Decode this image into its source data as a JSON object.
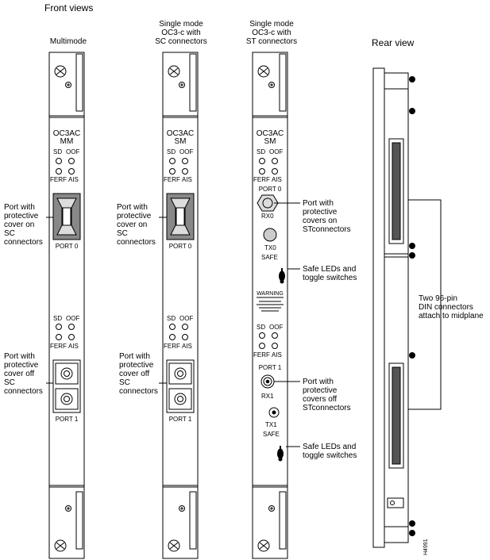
{
  "headers": {
    "front_views": "Front views",
    "rear_view": "Rear view",
    "multimode": "Multimode",
    "sm_sc": "Single mode\nOC3-c with\nSC connectors",
    "sm_st": "Single mode\nOC3-c with\nST connectors"
  },
  "cards": {
    "mm_title": "OC3AC\nMM",
    "sm_title": "OC3AC\nSM",
    "sd": "SD",
    "oof": "OOF",
    "ferf": "FERF",
    "ais": "AIS",
    "port0": "PORT 0",
    "port1": "PORT 1",
    "rx0": "RX0",
    "tx0": "TX0",
    "rx1": "RX1",
    "tx1": "TX1",
    "safe": "SAFE",
    "warning": "WARNING"
  },
  "callouts": {
    "mm_cover_on": "Port with\nprotective\ncover on\nSC\nconnectors",
    "sc_cover_on": "Port with\nprotective\ncover on\nSC\nconnectors",
    "mm_cover_off": "Port with\nprotective\ncover off\nSC\nconnectors",
    "sc_cover_off": "Port with\nprotective\ncover off\nSC\nconnectors",
    "st_covers_on": "Port with\nprotective\ncovers on\nSTconnectors",
    "st_covers_off": "Port with\nprotective\ncovers off\nSTconnectors",
    "safe_leds_1": "Safe LEDs and\ntoggle switches",
    "safe_leds_2": "Safe LEDs and\ntoggle switches",
    "din": "Two 96-pin\nDIN connectors\nattach to midplane"
  },
  "figure_id": "H4991"
}
